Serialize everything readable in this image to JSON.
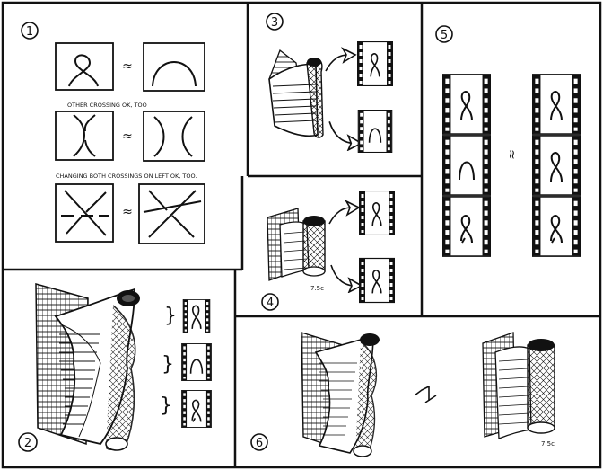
{
  "panels": {
    "p1": {
      "number": "1",
      "rows": [
        {
          "left_diagram": "crossing-cap-icon",
          "right_diagram": "cap-icon",
          "relation": "≈"
        },
        {
          "left_diagram": "double-crossing-icon",
          "right_diagram": "parallel-arcs-icon",
          "relation": "≈"
        },
        {
          "left_diagram": "triple-crossing-icon",
          "right_diagram": "triple-crossing-changed-icon",
          "relation": "≈"
        }
      ],
      "captions": [
        "OTHER CROSSING OK, TOO",
        "CHANGING BOTH CROSSINGS ON LEFT OK, TOO."
      ]
    },
    "p2": {
      "number": "2",
      "frames": [
        "crossing-cap-icon",
        "cap-icon",
        "crossing-cup-icon"
      ]
    },
    "p3": {
      "number": "3",
      "frames": [
        "crossing-cap-icon",
        "cap-icon"
      ]
    },
    "p4": {
      "number": "4",
      "frames": [
        "crossing-cap-icon",
        "crossing-cap-icon"
      ],
      "roll_label": "7.5c"
    },
    "p5": {
      "number": "5",
      "relation": "≈",
      "left_film": [
        "crossing-cap-icon",
        "cap-icon",
        "crossing-cup-icon"
      ],
      "right_film": [
        "crossing-cap-icon",
        "crossing-cap-icon",
        "crossing-cup-icon"
      ]
    },
    "p6": {
      "number": "6",
      "relation": "≈",
      "roll_label": "7.5c"
    }
  },
  "colors": {
    "ink": "#111111",
    "paper": "#ffffff"
  }
}
